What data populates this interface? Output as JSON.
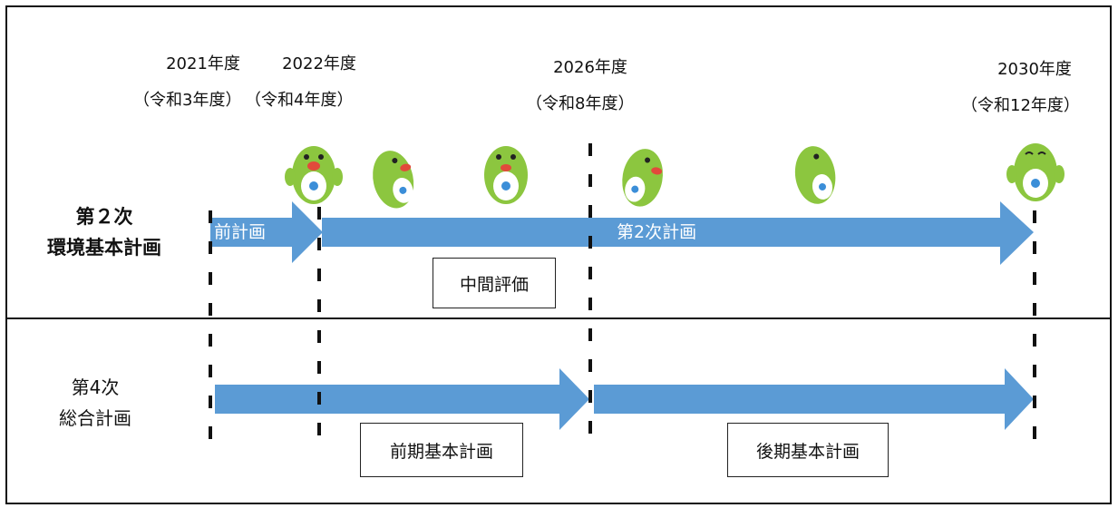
{
  "years": [
    {
      "year": "2021年度",
      "era": "（令和3年度）"
    },
    {
      "year": "2022年度",
      "era": "（令和4年度）"
    },
    {
      "year": "2026年度",
      "era": "（令和8年度）"
    },
    {
      "year": "2030年度",
      "era": "（令和12年度）"
    }
  ],
  "rows": {
    "env_plan": {
      "title_line1": "第２次",
      "title_line2": "環境基本計画"
    },
    "comprehensive_plan": {
      "title_line1": "第4次",
      "title_line2": "総合計画"
    }
  },
  "arrows": {
    "previous_plan": "前計画",
    "second_plan": "第2次計画"
  },
  "boxes": {
    "midterm_review": "中間評価",
    "early_basic_plan": "前期基本計画",
    "late_basic_plan": "後期基本計画"
  },
  "colors": {
    "arrow_fill": "#5b9bd5",
    "mascot_green": "#8cc63f",
    "border": "#111111"
  },
  "icons": [
    "mascot-icon"
  ]
}
